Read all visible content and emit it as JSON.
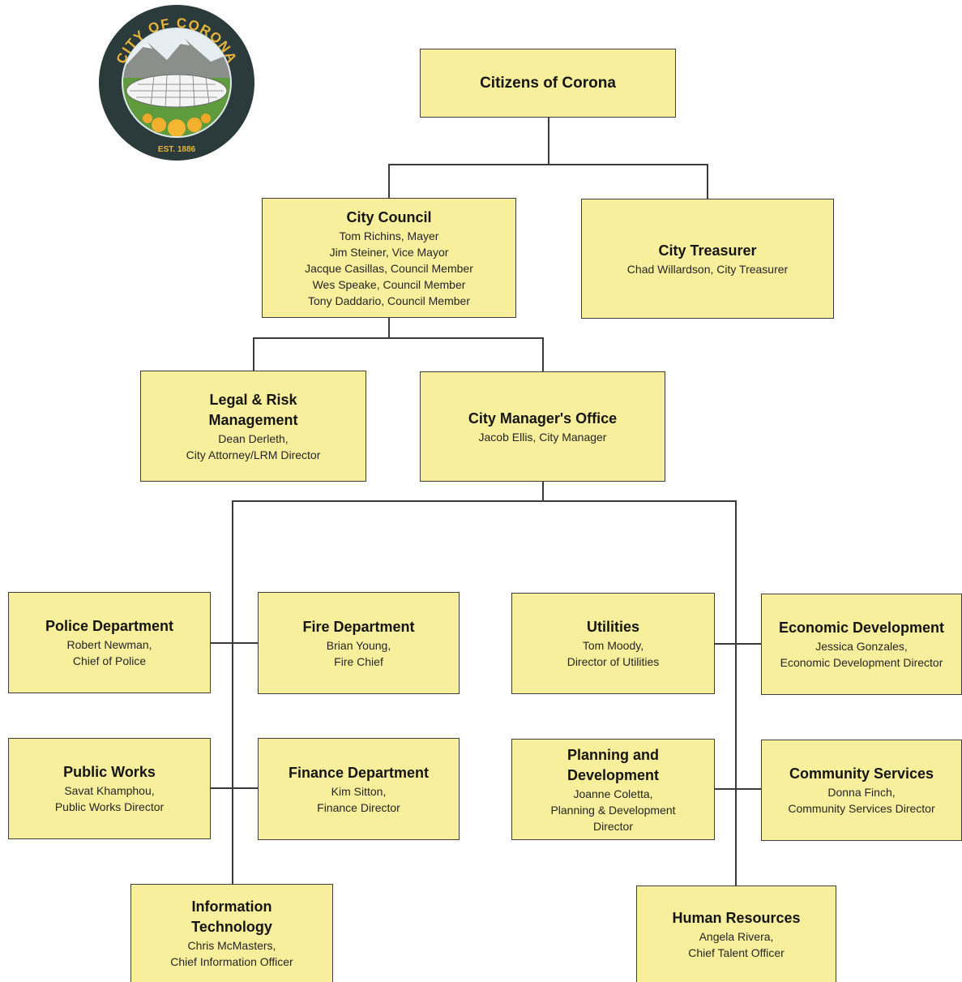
{
  "seal": {
    "name": "CITY OF CORONA",
    "est": "EST. 1886"
  },
  "boxes": {
    "citizens": {
      "title": "Citizens of Corona"
    },
    "council": {
      "title": "City Council",
      "lines": [
        "Tom Richins, Mayer",
        "Jim Steiner, Vice Mayor",
        "Jacque Casillas, Council Member",
        "Wes Speake, Council Member",
        "Tony Daddario, Council Member"
      ]
    },
    "treasurer": {
      "title": "City Treasurer",
      "lines": [
        "Chad Willardson, City Treasurer"
      ]
    },
    "legal": {
      "title": "Legal & Risk Management",
      "lines": [
        "Dean Derleth,",
        "City Attorney/LRM Director"
      ]
    },
    "manager": {
      "title": "City Manager's Office",
      "lines": [
        "Jacob Ellis, City Manager"
      ]
    },
    "police": {
      "title": "Police Department",
      "lines": [
        "Robert Newman,",
        "Chief of Police"
      ]
    },
    "fire": {
      "title": "Fire Department",
      "lines": [
        "Brian Young,",
        "Fire Chief"
      ]
    },
    "utilities": {
      "title": "Utilities",
      "lines": [
        "Tom Moody,",
        "Director of Utilities"
      ]
    },
    "econ": {
      "title": "Economic Development",
      "lines": [
        "Jessica Gonzales,",
        "Economic Development Director"
      ]
    },
    "publicworks": {
      "title": "Public Works",
      "lines": [
        "Savat Khamphou,",
        "Public Works Director"
      ]
    },
    "finance": {
      "title": "Finance Department",
      "lines": [
        "Kim Sitton,",
        "Finance Director"
      ]
    },
    "planning": {
      "title": "Planning and Development",
      "lines": [
        "Joanne Coletta,",
        "Planning & Development",
        "Director"
      ]
    },
    "community": {
      "title": "Community Services",
      "lines": [
        "Donna Finch,",
        "Community Services Director"
      ]
    },
    "it": {
      "title": "Information Technology",
      "lines": [
        "Chris McMasters,",
        "Chief Information Officer"
      ]
    },
    "hr": {
      "title": "Human Resources",
      "lines": [
        "Angela Rivera,",
        "Chief Talent Officer"
      ]
    }
  },
  "colors": {
    "box_fill": "#f8ef9c",
    "border": "#3d3d3d",
    "seal_bg": "#2b3a3a",
    "seal_text": "#e8b53a"
  }
}
